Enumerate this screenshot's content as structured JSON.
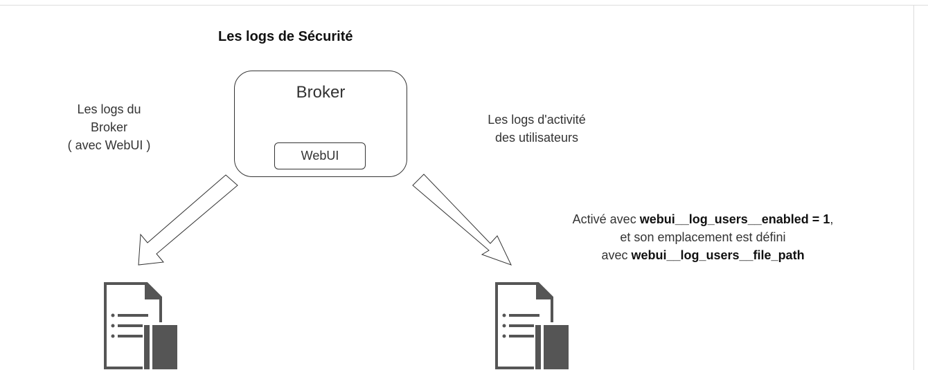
{
  "title": "Les logs de Sécurité",
  "broker": {
    "label": "Broker",
    "component": "WebUI"
  },
  "left_note": {
    "lines": [
      "Les logs du",
      "Broker",
      "( avec WebUI )"
    ]
  },
  "right_note": {
    "lines": [
      "Les logs d'activité",
      "des utilisateurs"
    ]
  },
  "config_note": {
    "line1_prefix": "Activé avec ",
    "line1_param": "webui__log_users__enabled = 1",
    "line1_suffix": ",",
    "line2": "et son emplacement est défini",
    "line3_prefix": "avec ",
    "line3_param": "webui__log_users__file_path"
  },
  "icons": {
    "left_log_file": "log-file-icon",
    "right_log_file": "log-file-icon",
    "left_arrow": "arrow-down-left-icon",
    "right_arrow": "arrow-down-right-icon"
  },
  "colors": {
    "stroke": "#333333",
    "icon_fill": "#555555",
    "arrow_fill": "#ffffff"
  }
}
